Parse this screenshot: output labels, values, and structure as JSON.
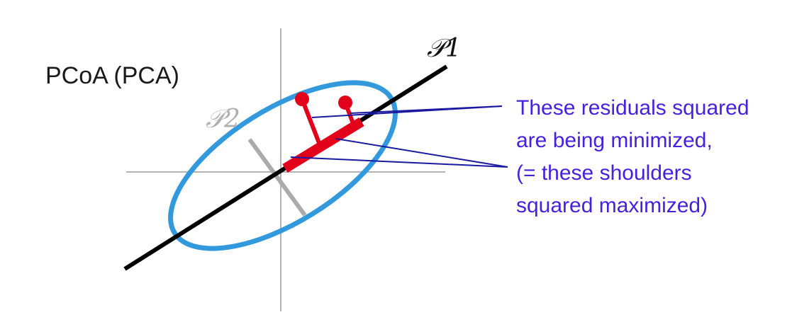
{
  "title": "PCoA (PCA)",
  "axes": {
    "p1_label": "𝒫1",
    "p2_label": "𝒫2"
  },
  "annotation": {
    "lines": [
      "These residuals squared",
      "are being minimized,",
      "(= these shoulders",
      "squared maximized)"
    ]
  },
  "colors": {
    "background": "#ffffff",
    "title": "#1a1a1a",
    "cross_axes": "#b3b3b3",
    "p1_axis": "#000000",
    "p2_axis": "#aaaaaa",
    "ellipse": "#3399dd",
    "residuals": "#e3001b",
    "annotation": "#4422dd",
    "leader_lines": "#1a1aa0"
  }
}
